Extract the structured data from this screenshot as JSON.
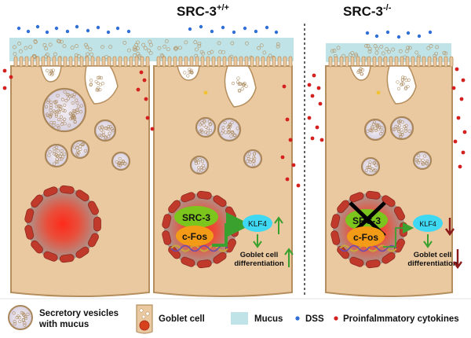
{
  "panels": {
    "wild_type": {
      "title": "SRC-3",
      "superscript": "+/+"
    },
    "knockout": {
      "title": "SRC-3",
      "superscript": "-/-"
    }
  },
  "pathway": {
    "src3": "SRC-3",
    "cfos": "c-Fos",
    "klf4": "KLF4",
    "goblet_line1": "Goblet cell",
    "goblet_line2": "differentiation"
  },
  "legend": {
    "vesicles_line1": "Secretory vesicles",
    "vesicles_line2": "with mucus",
    "goblet": "Goblet cell",
    "mucus": "Mucus",
    "dss": "DSS",
    "cytokines": "Proinfalmmatory cytokines"
  },
  "colors": {
    "mucus": "#bfe3e6",
    "cell": "#ebc9a0",
    "cell_border": "#b58e5e",
    "nucleus_rim": "#c0392b",
    "dss": "#2f6fd6",
    "cytokine": "#d41f1f",
    "src3": "#7cc51c",
    "cfos": "#f39a16",
    "klf4": "#3fd8f2",
    "up_arrow": "#3aa12f",
    "down_arrow": "#8b1a1a"
  }
}
